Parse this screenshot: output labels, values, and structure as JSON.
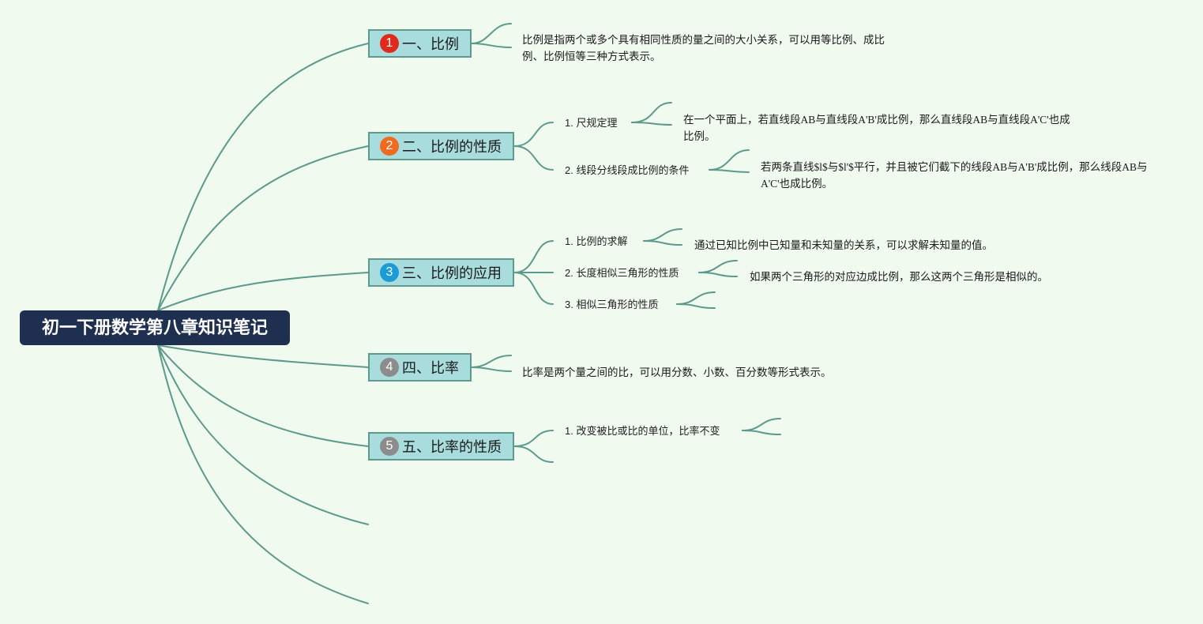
{
  "root": {
    "title": "初一下册数学第八章知识笔记"
  },
  "topics": [
    {
      "badge": "1",
      "badge_color": "#e02a1e",
      "title": "一、比例",
      "note": "比例是指两个或多个具有相同性质的量之间的大小关系，可以用等比例、成比例、比例恒等三种方式表示。"
    },
    {
      "badge": "2",
      "badge_color": "#f06a1f",
      "title": "二、比例的性质",
      "subs": [
        {
          "label": "1. 尺规定理",
          "note": "在一个平面上，若直线段AB与直线段A'B'成比例，那么直线段AB与直线段A'C'也成比例。"
        },
        {
          "label": "2. 线段分线段成比例的条件",
          "note": "若两条直线$l$与$l'$平行，并且被它们截下的线段AB与A'B'成比例，那么线段AB与A'C'也成比例。"
        }
      ]
    },
    {
      "badge": "3",
      "badge_color": "#1b9bd8",
      "title": "三、比例的应用",
      "subs": [
        {
          "label": "1. 比例的求解",
          "note": "通过已知比例中已知量和未知量的关系，可以求解未知量的值。"
        },
        {
          "label": "2. 长度相似三角形的性质",
          "note": "如果两个三角形的对应边成比例，那么这两个三角形是相似的。"
        },
        {
          "label": "3. 相似三角形的性质"
        }
      ]
    },
    {
      "badge": "4",
      "badge_color": "#8c8c8c",
      "title": "四、比率",
      "note": "比率是两个量之间的比，可以用分数、小数、百分数等形式表示。"
    },
    {
      "badge": "5",
      "badge_color": "#8c8c8c",
      "title": "五、比率的性质",
      "subs": [
        {
          "label": "1. 改变被比或比的单位，比率不变"
        }
      ]
    }
  ]
}
